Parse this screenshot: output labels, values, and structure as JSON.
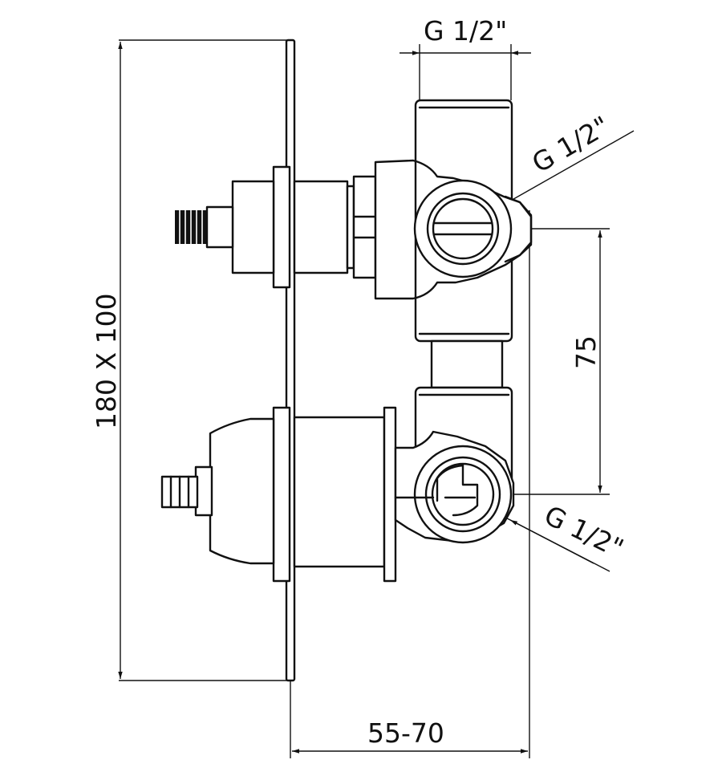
{
  "dimensions": {
    "top_thread": "G 1/2\"",
    "diag_upper_thread": "G 1/2\"",
    "diag_lower_thread": "G 1/2\"",
    "center_distance": "75",
    "plate_size": "180 X 100",
    "depth_range": "55-70"
  },
  "colors": {
    "line": "#111111",
    "background": "#ffffff"
  }
}
